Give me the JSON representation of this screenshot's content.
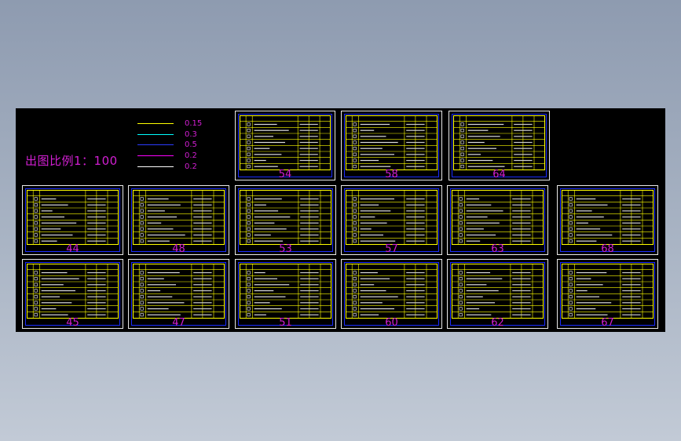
{
  "drawing": {
    "scale_text": "出图比例1：100"
  },
  "legend": [
    {
      "value": "0.15",
      "color": "#ffff00"
    },
    {
      "value": "0.3",
      "color": "#00ffff"
    },
    {
      "value": "0.5",
      "color": "#2a3cff"
    },
    {
      "value": "0.2",
      "color": "#ff00ff"
    },
    {
      "value": "0.2",
      "color": "#ffffff"
    }
  ],
  "sheets": [
    "54",
    "58",
    "64",
    "44",
    "48",
    "53",
    "57",
    "63",
    "68",
    "45",
    "47",
    "51",
    "60",
    "62",
    "67"
  ],
  "colors": {
    "canvas": "#000000",
    "sheet_border": "#e8e8e8",
    "inner_frame": "#1a2cff",
    "table_lines": "#ffff00",
    "sheet_numbers": "#d21fd2"
  }
}
